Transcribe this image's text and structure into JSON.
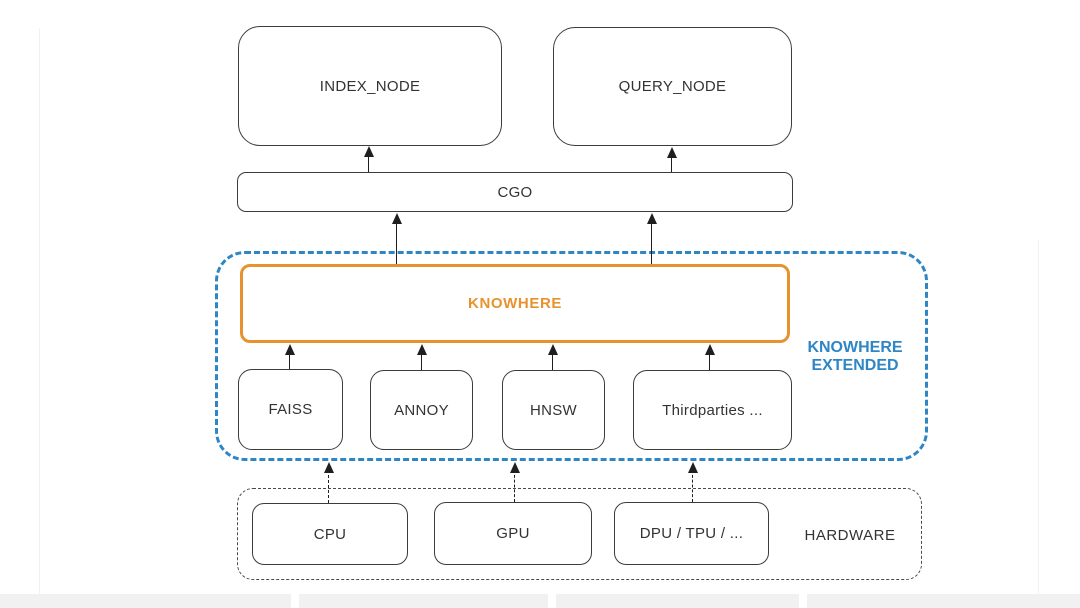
{
  "diagram": {
    "nodes": {
      "index_node": "INDEX_NODE",
      "query_node": "QUERY_NODE",
      "cgo": "CGO",
      "knowhere": "KNOWHERE"
    },
    "knowhere_extended_label": {
      "line1": "KNOWHERE",
      "line2": "EXTENDED"
    },
    "libraries": [
      {
        "label": "FAISS"
      },
      {
        "label": "ANNOY"
      },
      {
        "label": "HNSW"
      },
      {
        "label": "Thirdparties ..."
      }
    ],
    "hardware": {
      "label": "HARDWARE",
      "units": [
        {
          "label": "CPU"
        },
        {
          "label": "GPU"
        },
        {
          "label": "DPU / TPU / ..."
        }
      ]
    },
    "colors": {
      "accent_blue": "#2E86C5",
      "accent_orange": "#E8922E",
      "line": "#1F1F1F"
    }
  }
}
